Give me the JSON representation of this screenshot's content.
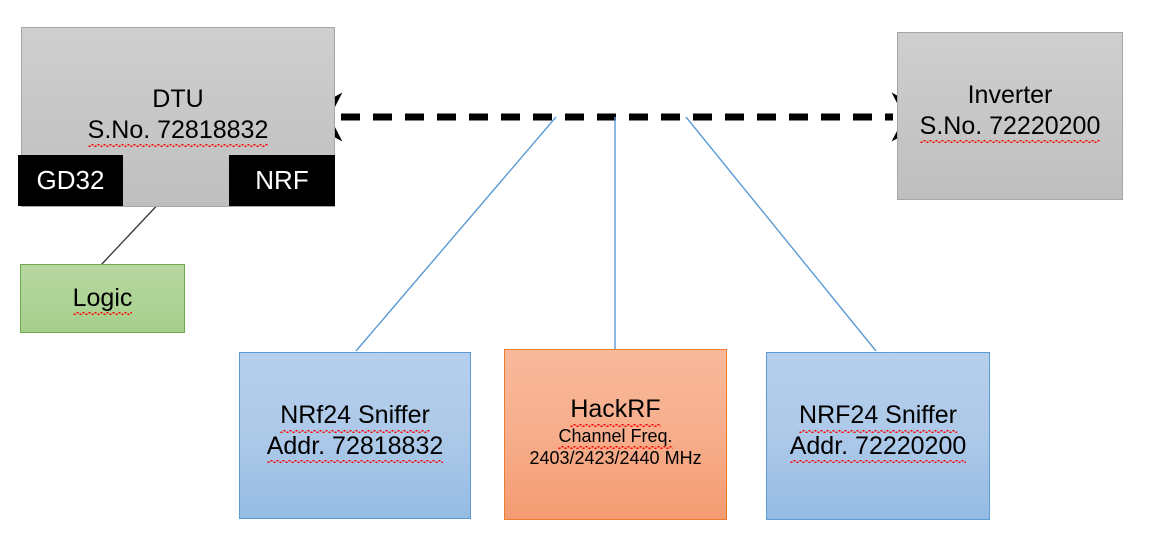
{
  "diagram": {
    "title": "RF sniffing setup block diagram",
    "colors": {
      "grey_fill": "#c6c6c6",
      "grey_border": "#a6a6a6",
      "black_fill": "#000000",
      "green_fill": "#aed396",
      "green_border": "#6fa84f",
      "blue_fill": "#adc9e8",
      "blue_border": "#5b9bd5",
      "orange_fill": "#f7ae8c",
      "orange_border": "#ed7d31",
      "wire_blue": "#5b9bd5",
      "wire_dark": "#404040",
      "arrow_black": "#000000"
    },
    "nodes": {
      "dtu": {
        "title": "DTU",
        "serial": "S.No. 72818832"
      },
      "inverter": {
        "title": "Inverter",
        "serial": "S.No. 72220200"
      },
      "gd32": {
        "label": "GD32"
      },
      "nrf": {
        "label": "NRF"
      },
      "logic": {
        "label": "Logic"
      },
      "sniffer_left": {
        "title": "NRf24 Sniffer",
        "address": "Addr. 72818832"
      },
      "sniffer_right": {
        "title": "NRF24 Sniffer",
        "address": "Addr. 72220200"
      },
      "hackrf": {
        "title": "HackRF",
        "subtitle": "Channel Freq.",
        "frequencies": "2403/2423/2440 MHz"
      }
    },
    "connectors": {
      "dtu_inverter": {
        "style": "dashed-double-arrow",
        "from": "DTU",
        "to": "Inverter"
      },
      "gd32_nrf": {
        "style": "solid-double-arrow",
        "from": "GD32",
        "to": "NRF"
      },
      "logic_probe": {
        "style": "thin-solid-line",
        "from": "Logic",
        "to": "GD32-NRF link"
      },
      "sniffer_left_tap": {
        "style": "thin-blue-line",
        "from": "NRf24 Sniffer",
        "to": "RF link"
      },
      "hackrf_tap": {
        "style": "thin-blue-line",
        "from": "HackRF",
        "to": "RF link"
      },
      "sniffer_right_tap": {
        "style": "thin-blue-line",
        "from": "NRF24 Sniffer",
        "to": "RF link"
      }
    }
  }
}
